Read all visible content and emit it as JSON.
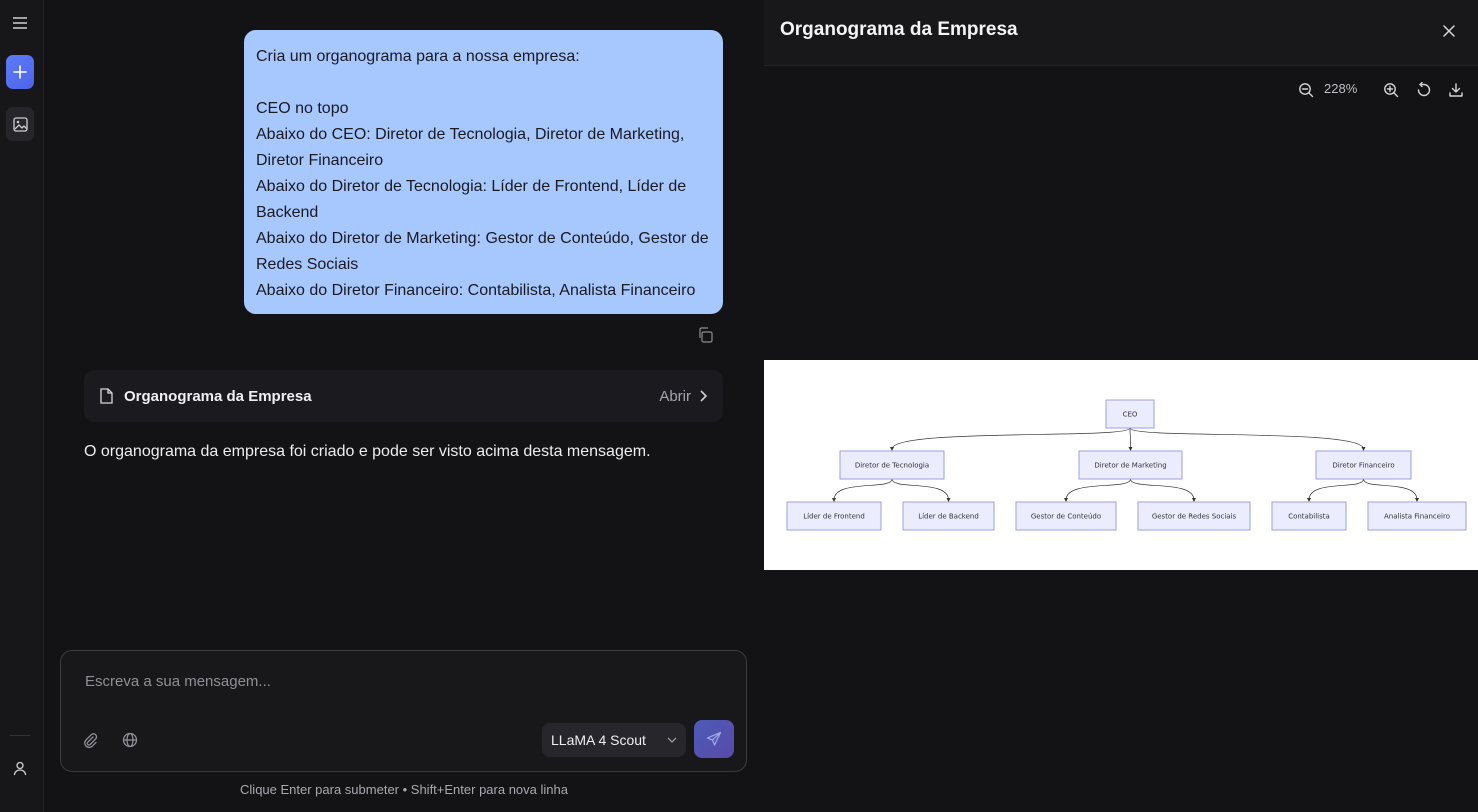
{
  "user_message": {
    "lines": [
      "Cria um organograma para a nossa empresa:",
      "",
      "CEO no topo",
      "Abaixo do CEO: Diretor de Tecnologia, Diretor de Marketing, Diretor Financeiro",
      "Abaixo do Diretor de Tecnologia: Líder de Frontend, Líder de Backend",
      "Abaixo do Diretor de Marketing: Gestor de Conteúdo, Gestor de Redes Sociais",
      "Abaixo do Diretor Financeiro: Contabilista, Analista Financeiro"
    ]
  },
  "artifact_card": {
    "title": "Organograma da Empresa",
    "open_label": "Abrir"
  },
  "assistant_reply": "O organograma da empresa foi criado e pode ser visto acima desta mensagem.",
  "composer": {
    "placeholder": "Escreva a sua mensagem...",
    "model": "LLaMA 4 Scout"
  },
  "hint": "Clique Enter para submeter • Shift+Enter para nova linha",
  "panel": {
    "title": "Organograma da Empresa",
    "zoom_label": "228%"
  },
  "org_chart": {
    "root": "CEO",
    "directors": [
      {
        "label": "Diretor de Tecnologia",
        "children": [
          "Líder de Frontend",
          "Líder de Backend"
        ]
      },
      {
        "label": "Diretor de Marketing",
        "children": [
          "Gestor de Conteúdo",
          "Gestor de Redes Sociais"
        ]
      },
      {
        "label": "Diretor Financeiro",
        "children": [
          "Contabilista",
          "Analista Financeiro"
        ]
      }
    ]
  },
  "icons": {
    "menu": "hamburger-icon",
    "new": "plus-icon",
    "images": "image-icon",
    "user": "user-icon",
    "copy": "copy-icon",
    "document": "document-icon",
    "chevron": "chevron-right-icon",
    "attach": "paperclip-icon",
    "web": "globe-icon",
    "send": "send-icon",
    "close": "close-icon",
    "zoom_out": "zoom-out-icon",
    "zoom_in": "zoom-in-icon",
    "reset": "reset-icon",
    "download": "download-icon"
  },
  "colors": {
    "accent": "#5b7cf7",
    "user_bubble": "#a7c7ff",
    "node_fill": "#ececff",
    "node_stroke": "#9e9ee0"
  }
}
